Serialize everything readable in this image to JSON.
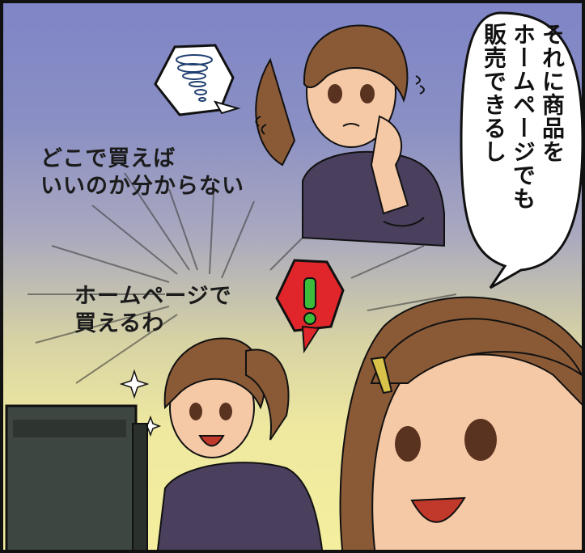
{
  "panel": {
    "thought_caption": [
      "どこで買えば",
      "いいのか分からない"
    ],
    "answer_caption": [
      "ホームページで",
      "買えるわ"
    ],
    "speech_bubble": [
      "それに商品を",
      "ホームページでも",
      "販売できるし"
    ]
  },
  "icons": [
    "tornado-icon",
    "exclamation-icon",
    "sparkle-icon"
  ],
  "colors": {
    "background_top": "#7f85c6",
    "background_bottom": "#f4ee9e",
    "exclamation_bubble": "#e0262a",
    "exclamation_mark": "#3dbb3a",
    "hair": "#8a5a36",
    "shirt": "#4a3f5c"
  }
}
